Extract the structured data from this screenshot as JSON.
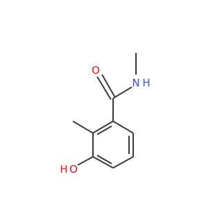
{
  "molecule": {
    "atoms": {
      "oxygen_carbonyl": {
        "label": "O",
        "color": "#ff0d0d"
      },
      "nitrogen_amide": {
        "label": "N",
        "color": "#3050f8"
      },
      "hydrogen_amide": {
        "label": "H",
        "color": "#3050f8"
      },
      "oxygen_hydroxyl": {
        "label": "O",
        "color": "#ff0d0d"
      },
      "hydrogen_hydroxyl": {
        "label": "H",
        "color": "#ff0d0d"
      }
    },
    "bond_color": "#3a3a3a"
  }
}
